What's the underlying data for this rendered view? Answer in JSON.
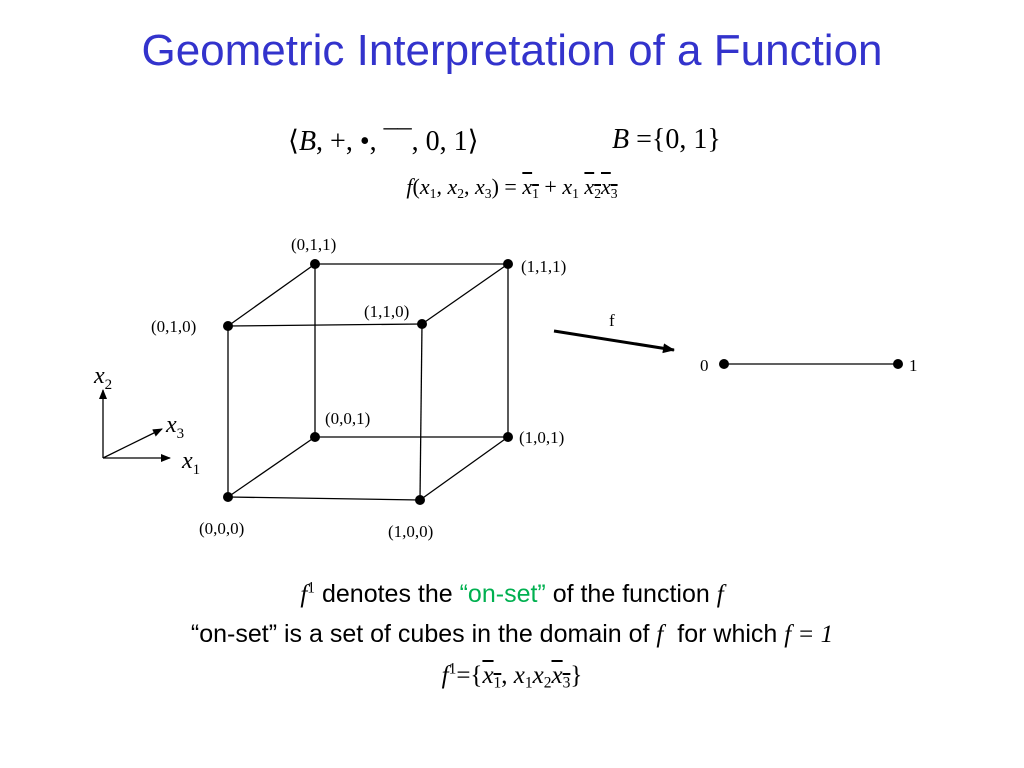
{
  "slide": {
    "title": "Geometric Interpretation of a Function",
    "algebra": {
      "open": "⟨",
      "set": "B",
      "ops": ", +, •, ",
      "neg": "¯¯",
      "consts": ", 0, 1",
      "close": "⟩"
    },
    "bset": {
      "name": "B",
      "eq": " ={0, 1}"
    },
    "fdef": {
      "f": "f",
      "args_open": "(",
      "x": "x",
      "s1": "1",
      "comma1": ", ",
      "s2": "2",
      "comma2": ", ",
      "s3": "3",
      "args_close": ")",
      "eq": " = ",
      "plus": " + ",
      "space": " "
    },
    "vertices": {
      "v000": "(0,0,0)",
      "v100": "(1,0,0)",
      "v010": "(0,1,0)",
      "v110": "(1,1,0)",
      "v001": "(0,0,1)",
      "v101": "(1,0,1)",
      "v011": "(0,1,1)",
      "v111": "(1,1,1)"
    },
    "axes": {
      "x": "x",
      "s1": "1",
      "s2": "2",
      "s3": "3"
    },
    "mapping": {
      "arrow_label": "f",
      "zero": "0",
      "one": "1"
    },
    "caption": {
      "line1": {
        "f": "f",
        "sup": "1",
        "text1": " denotes the ",
        "quoted": "“on-set”",
        "text2": " of the function ",
        "f2": "f"
      },
      "line2": {
        "text1": "“on-set” is a set of cubes in the domain of ",
        "f": "f",
        "text2": "  for which ",
        "eq": "f = 1"
      },
      "line3": {
        "f": "f",
        "sup": "1",
        "open": "={",
        "x": "x",
        "s1": "1",
        "comma": ", ",
        "s2": "2",
        "s3": "3",
        "close": "}"
      }
    },
    "colors": {
      "title": "#3333cc",
      "highlight": "#00b050"
    }
  }
}
